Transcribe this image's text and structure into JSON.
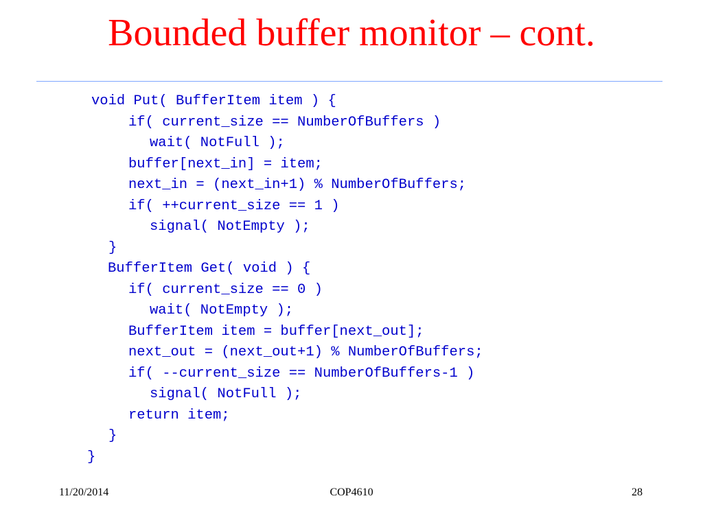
{
  "slide": {
    "title": "Bounded buffer monitor – cont.",
    "code_lines": [
      "void Put( BufferItem item ) {",
      "if( current_size == NumberOfBuffers )",
      "wait( NotFull );",
      "buffer[next_in] = item;",
      "next_in = (next_in+1) % NumberOfBuffers;",
      "if( ++current_size == 1 )",
      "signal( NotEmpty );",
      "}",
      "BufferItem Get( void ) {",
      "if( current_size == 0 )",
      "wait( NotEmpty );",
      "BufferItem item = buffer[next_out];",
      "next_out = (next_out+1) % NumberOfBuffers;",
      "if( --current_size == NumberOfBuffers-1 )",
      "signal( NotFull );",
      "return item;",
      "}",
      "}"
    ],
    "footer": {
      "date": "11/20/2014",
      "course": "COP4610",
      "page": "28"
    },
    "colors": {
      "title": "#ff0000",
      "code": "#0000cc",
      "rule": "#7fa7ff",
      "footer": "#000000"
    }
  }
}
